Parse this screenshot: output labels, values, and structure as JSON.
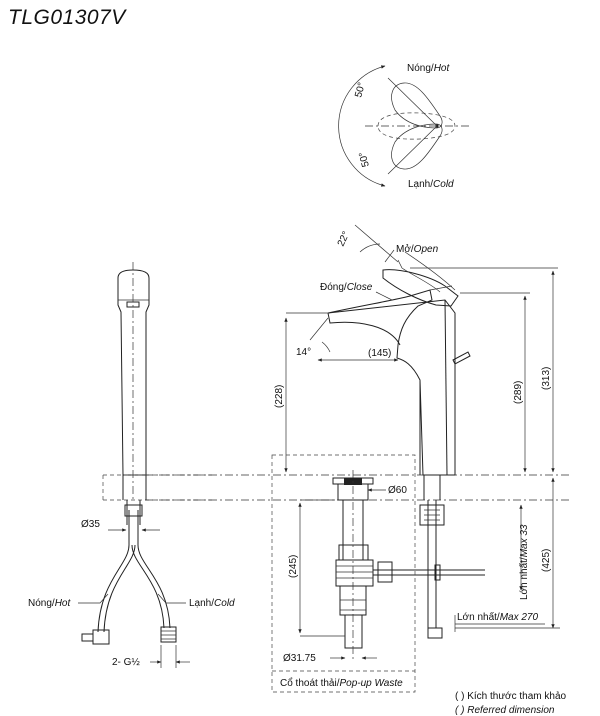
{
  "model": "TLG01307V",
  "labels": {
    "hot_top": "Nóng/",
    "hot_top_en": "Hot",
    "cold_top": "Lạnh/",
    "cold_top_en": "Cold",
    "angle_50_a": "50°",
    "angle_50_b": "50°",
    "angle_22": "22°",
    "open": "Mở/",
    "open_en": "Open",
    "close": "Đóng/",
    "close_en": "Close",
    "angle_14": "14°",
    "dim_145": "(145)",
    "dim_228": "(228)",
    "dim_289": "(289)",
    "dim_313": "(313)",
    "dim_d60": "Ø60",
    "dim_d35": "Ø35",
    "dim_245": "(245)",
    "max33": "Lớn nhất/",
    "max33_en": "Max 33",
    "dim_425": "(425)",
    "max270": "Lớn nhất/",
    "max270_en": "Max 270",
    "hot_side": "Nóng/",
    "hot_side_en": "Hot",
    "cold_side": "Lạnh/",
    "cold_side_en": "Cold",
    "thread": "2- G½",
    "dim_d3175": "Ø31.75",
    "waste": "Cổ thoát thải/",
    "waste_en": "Pop-up Waste",
    "note_vi": "( ) Kích thước tham khảo",
    "note_en": "( ) Referred dimension"
  }
}
